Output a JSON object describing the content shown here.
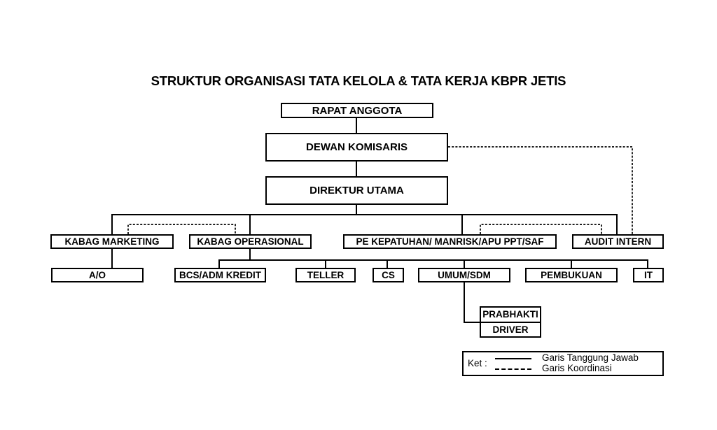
{
  "title": "STRUKTUR ORGANISASI TATA KELOLA & TATA KERJA KBPR JETIS",
  "nodes": {
    "rapat_anggota": "RAPAT ANGGOTA",
    "dewan_komisaris": "DEWAN KOMISARIS",
    "direktur_utama": "DIREKTUR UTAMA",
    "kabag_marketing": "KABAG MARKETING",
    "kabag_operasional": "KABAG OPERASIONAL",
    "pe_kepatuhan": "PE KEPATUHAN/ MANRISK/APU PPT/SAF",
    "audit_intern": "AUDIT INTERN",
    "ao": "A/O",
    "bcs_adm_kredit": "BCS/ADM KREDIT",
    "teller": "TELLER",
    "cs": "CS",
    "umum_sdm": "UMUM/SDM",
    "pembukuan": "PEMBUKUAN",
    "it": "IT",
    "prabhakti": "PRABHAKTI",
    "driver": "DRIVER"
  },
  "legend": {
    "label": "Ket :",
    "items": [
      {
        "line_style": "solid",
        "label": "Garis Tanggung Jawab"
      },
      {
        "line_style": "dashed",
        "label": "Garis Koordinasi"
      }
    ]
  },
  "colors": {
    "line": "#000000",
    "text": "#000000",
    "background": "#ffffff"
  }
}
